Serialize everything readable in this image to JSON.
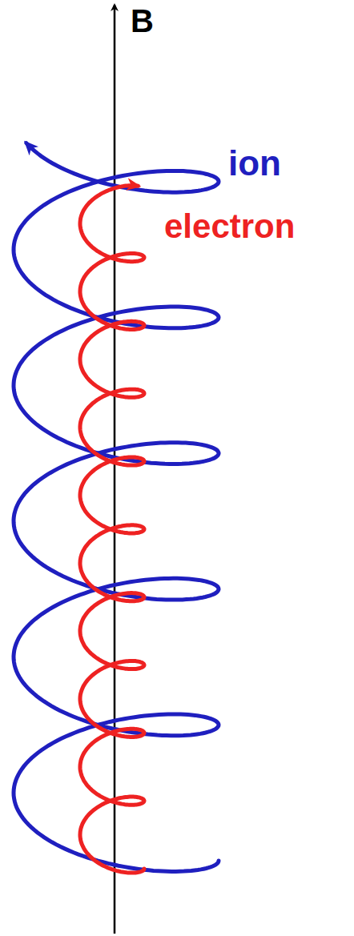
{
  "diagram": {
    "labels": [
      "B",
      "ion",
      "electron"
    ]
  }
}
